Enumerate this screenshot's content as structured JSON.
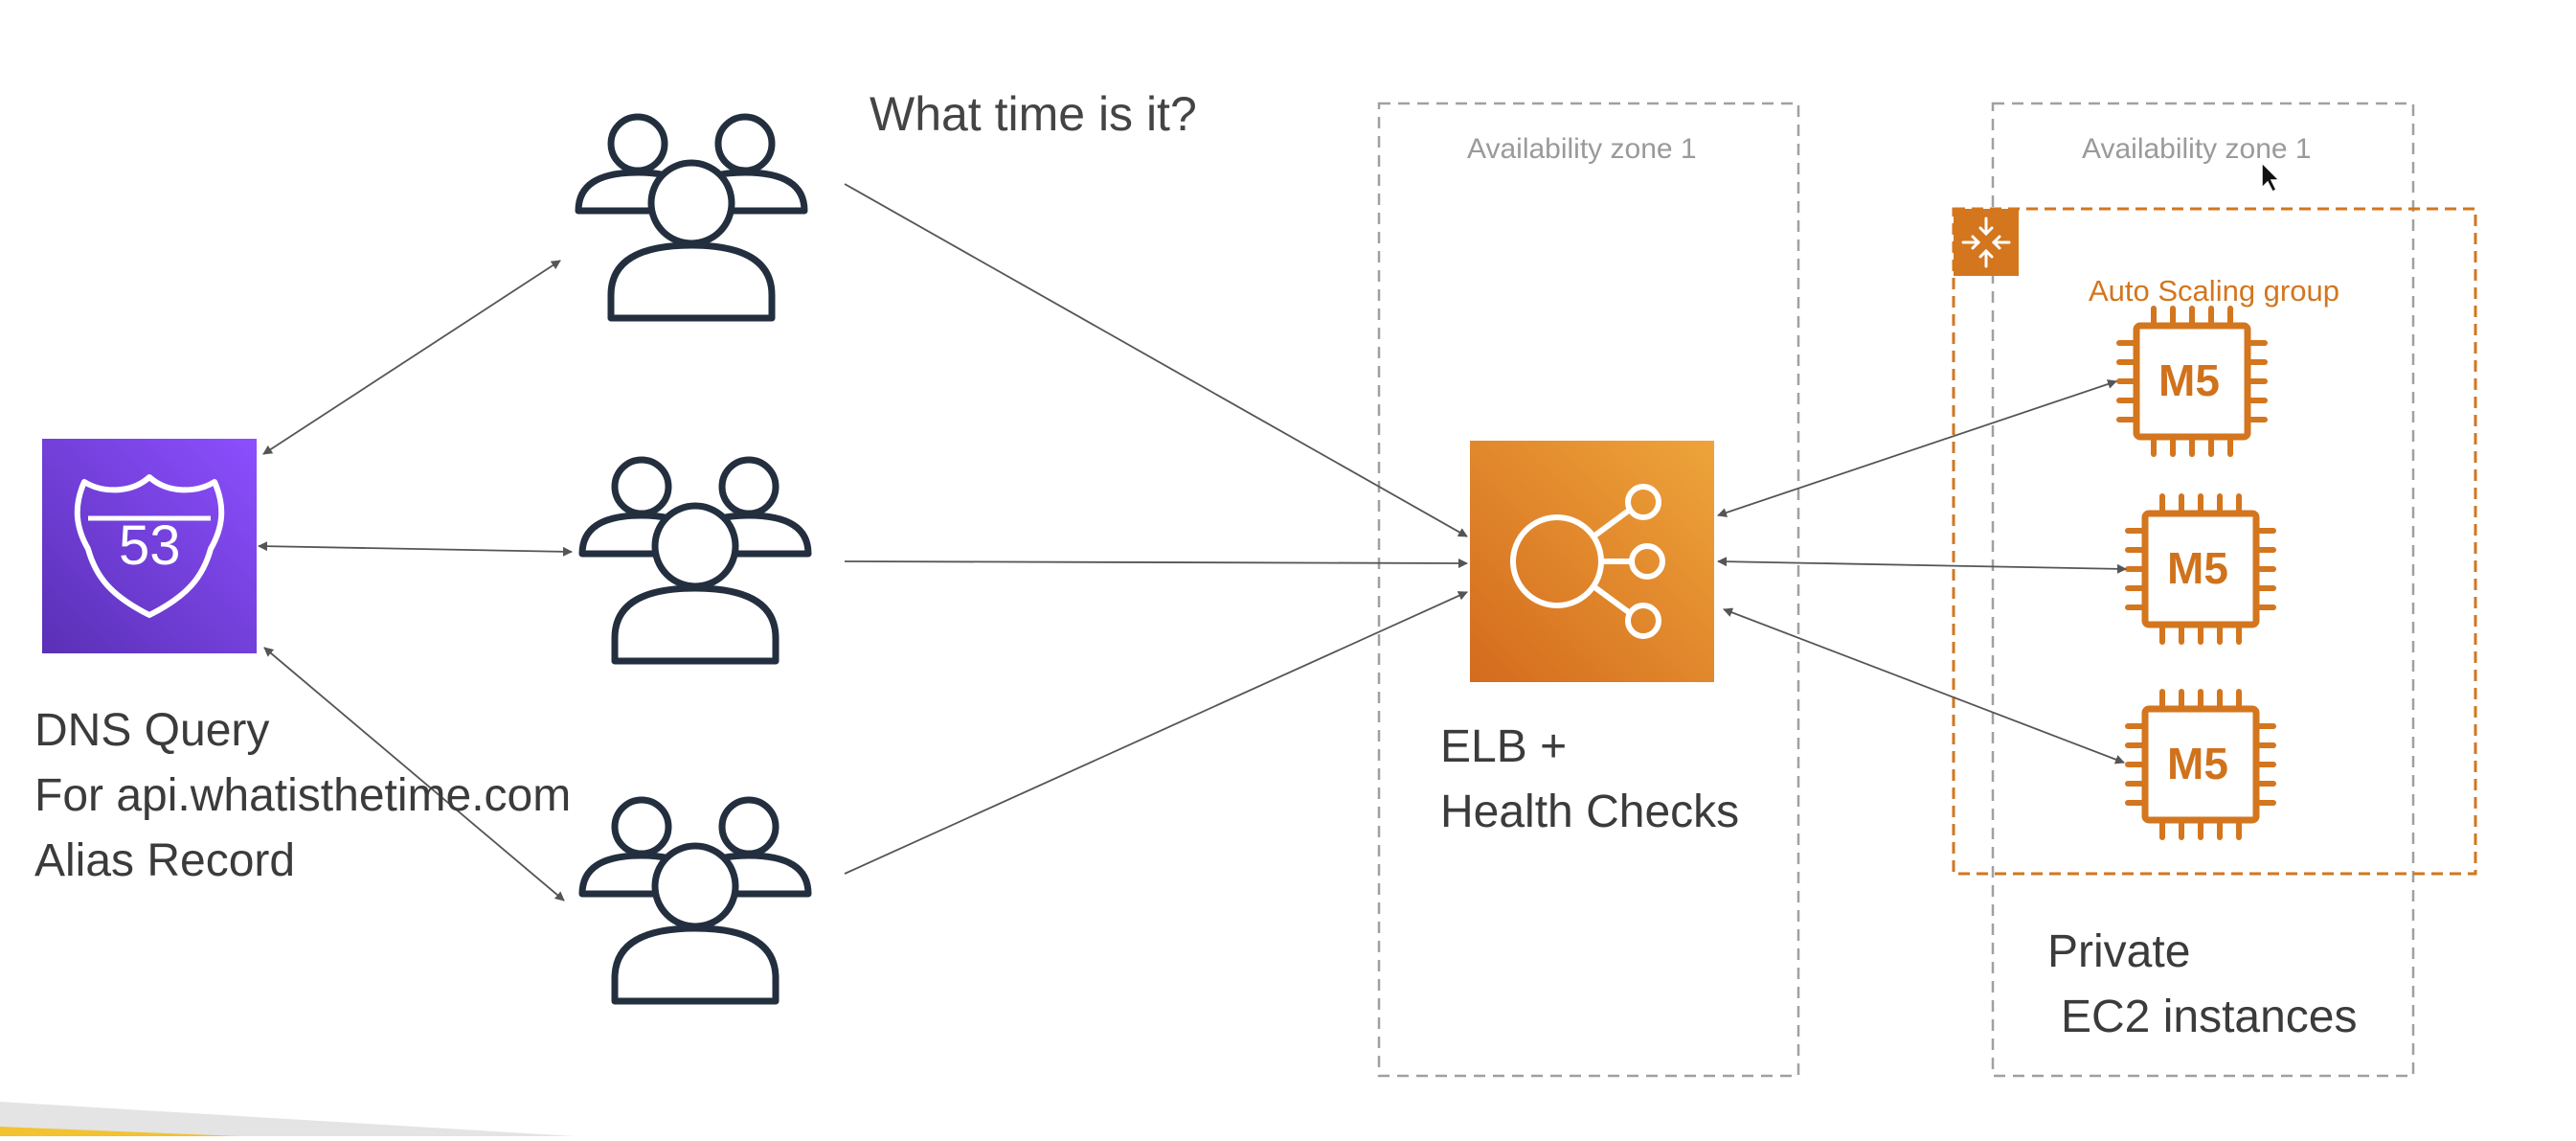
{
  "title": "What time is it?",
  "dns": {
    "badge": "53",
    "lines": [
      "DNS Query",
      "For api.whatisthetime.com",
      "Alias Record"
    ]
  },
  "elb": {
    "lines": [
      "ELB +",
      "Health Checks"
    ]
  },
  "zones": [
    {
      "label": "Availability zone 1"
    },
    {
      "label": "Availability zone 1"
    }
  ],
  "asg": {
    "label": "Auto Scaling group"
  },
  "instances": [
    {
      "label": "M5"
    },
    {
      "label": "M5"
    },
    {
      "label": "M5"
    }
  ],
  "private": {
    "lines": [
      "Private",
      "EC2 instances"
    ]
  },
  "colors": {
    "route53_top": "#8c4fff",
    "route53_bottom": "#5a30b5",
    "elb_top": "#e9a23b",
    "elb_bottom": "#d46b1e",
    "ec2_orange": "#d3761e",
    "user_stroke": "#232f3e",
    "arrow": "#555555",
    "zone_border": "#a0a0a0"
  }
}
